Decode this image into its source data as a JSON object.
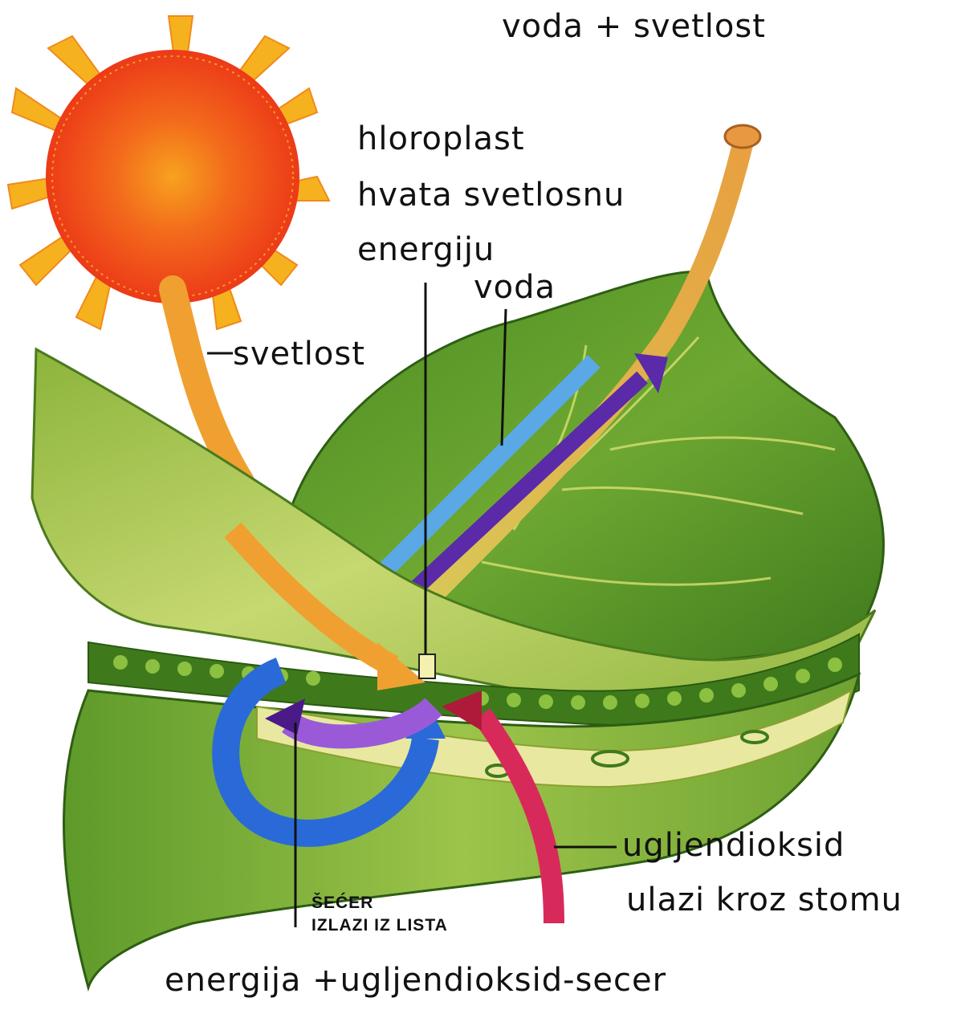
{
  "labels": {
    "top_equation": "voda + svetlost",
    "chloroplast_line1": "hloroplast",
    "chloroplast_line2": "hvata svetlosnu",
    "chloroplast_line3": "energiju",
    "water": "voda",
    "light": "svetlost",
    "co2_line1": "ugljendioksid",
    "co2_line2": "ulazi kroz stomu",
    "sugar_line1": "ŠEĆER",
    "sugar_line2": "IZLAZI IZ LISTA",
    "bottom_equation": "energija +ugljendioksid-secer"
  },
  "colors": {
    "sun_core": "#f0561e",
    "sun_rays": "#f6b21e",
    "leaf_dark": "#5a9a2a",
    "leaf_light": "#c8dc72",
    "water_arrow": "#5aa8e6",
    "sugar_arrow": "#5a2aa8",
    "co2_arrow": "#d82a5a",
    "light_arrow": "#f0a030",
    "cycle_blue": "#2a6ad8",
    "cycle_purple": "#9a5ad8"
  },
  "icons": [
    "sun-icon",
    "leaf-icon",
    "leaf-stem-icon"
  ]
}
